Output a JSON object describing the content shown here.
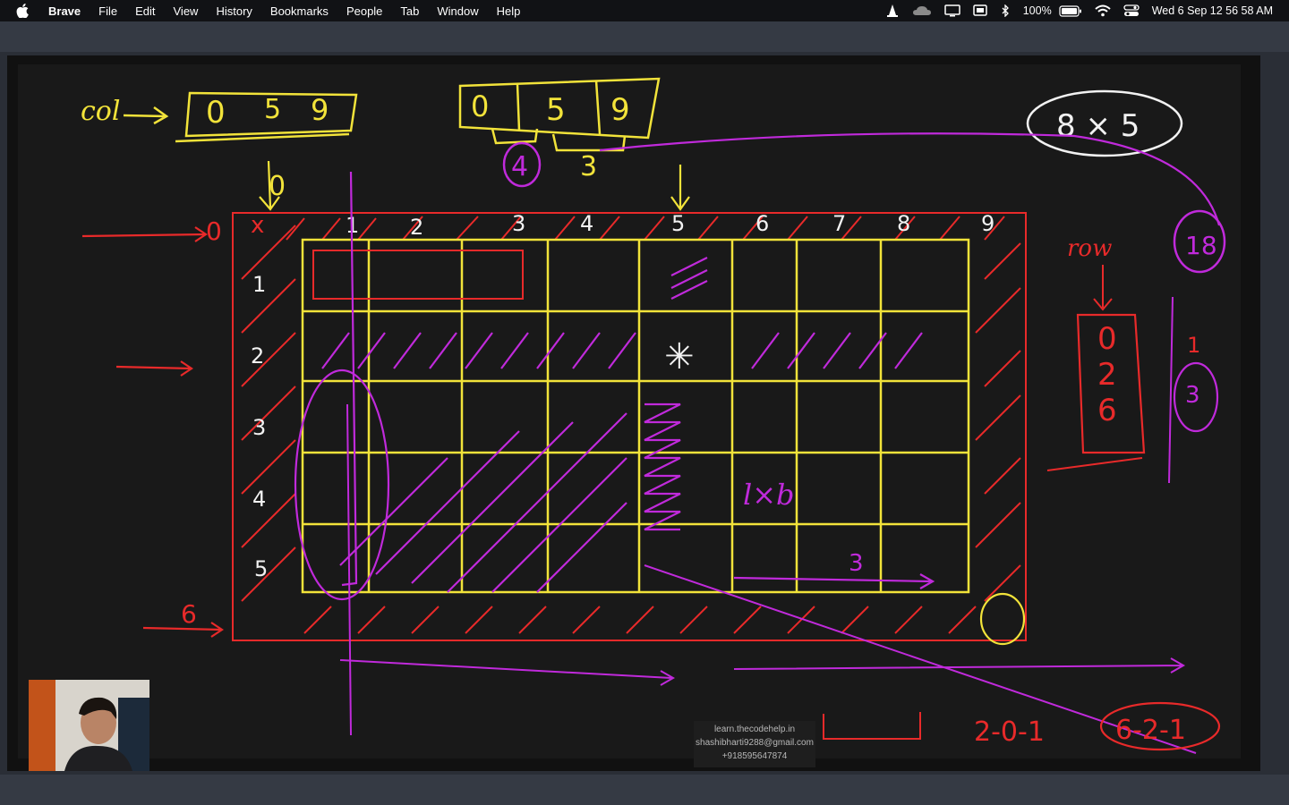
{
  "menubar": {
    "app_name": "Brave",
    "items": [
      "File",
      "Edit",
      "View",
      "History",
      "Bookmarks",
      "People",
      "Tab",
      "Window",
      "Help"
    ],
    "status_icons": [
      "vlc-icon",
      "cloud-icon",
      "display-icon",
      "cast-icon",
      "bluetooth-icon",
      "battery-icon",
      "wifi-icon",
      "control-center-icon"
    ],
    "battery": "100%",
    "datetime": "Wed 6 Sep  12 56 58 AM"
  },
  "watermark": {
    "site": "learn.thecodehelp.in",
    "email": "shashibharti9288@gmail.com",
    "phone": "+918595647874"
  },
  "board": {
    "col_label": "col",
    "col_array": [
      "0",
      "5",
      "9"
    ],
    "col_array_top": [
      "0",
      "5",
      "9"
    ],
    "gap_labels": [
      "4",
      "3"
    ],
    "dims": "8 × 5",
    "row_axis": [
      "0",
      "1",
      "2",
      "3",
      "4",
      "5",
      "6"
    ],
    "col_axis": [
      "x",
      "1",
      "2",
      "3",
      "4",
      "5",
      "6",
      "7",
      "8",
      "9"
    ],
    "row_label": "row",
    "row_array": [
      "0",
      "2",
      "6"
    ],
    "row_gaps": [
      "1",
      "3"
    ],
    "side_circle": "18",
    "area_label": "l×b",
    "bottom_gap": "3",
    "bottom_seq": "2-0-1",
    "bottom_circled": "6-2-1"
  },
  "colors": {
    "board": "#191919",
    "yellow": "#f2e33a",
    "red": "#e82a2a",
    "magenta": "#c02adb",
    "white": "#f2f2f2"
  }
}
